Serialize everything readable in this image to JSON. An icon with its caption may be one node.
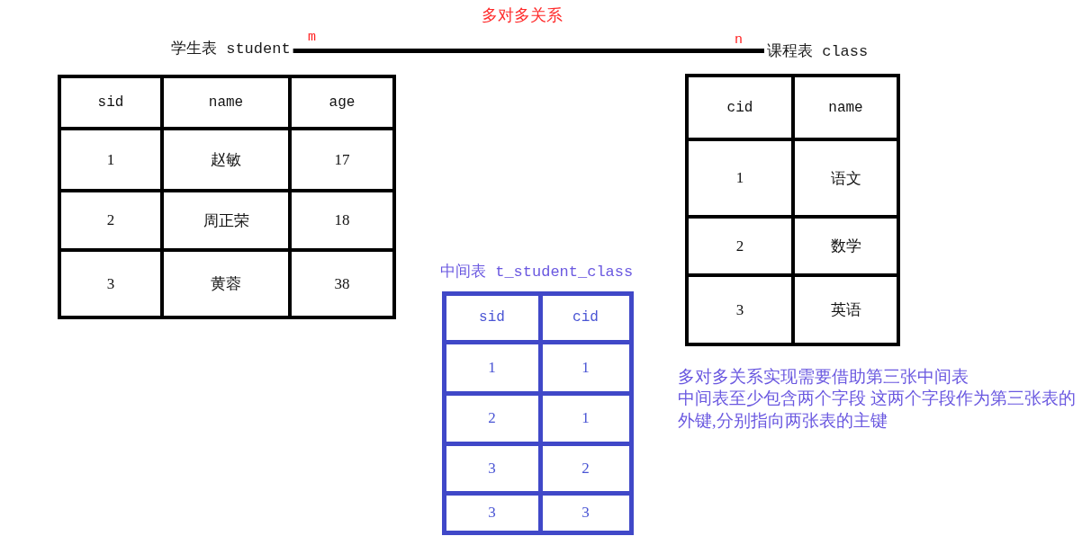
{
  "diagram": {
    "title": "多对多关系",
    "nodes": [
      {
        "text": [
          "学生表 student"
        ]
      },
      {
        "text": [
          "课程表 class"
        ]
      }
    ],
    "edges": [
      {
        "from": 0,
        "to": 1,
        "arrow": "none"
      }
    ],
    "labels": [
      "m",
      "n",
      "sid",
      "name",
      "age",
      "1",
      "赵敏",
      "17",
      "2",
      "周正荣",
      "18",
      "3",
      "黄蓉",
      "38",
      "cid",
      "name",
      "1",
      "语文",
      "2",
      "数学",
      "3",
      "英语",
      "中间表 t_student_class",
      "sid",
      "cid",
      "1",
      "1",
      "2",
      "1",
      "3",
      "2",
      "3",
      "3",
      "多对多关系实现需要借助第三张中间表",
      "中间表至少包含两个字段 这两个字段作为第三张表的外键,分别指向两张表的主键"
    ]
  }
}
